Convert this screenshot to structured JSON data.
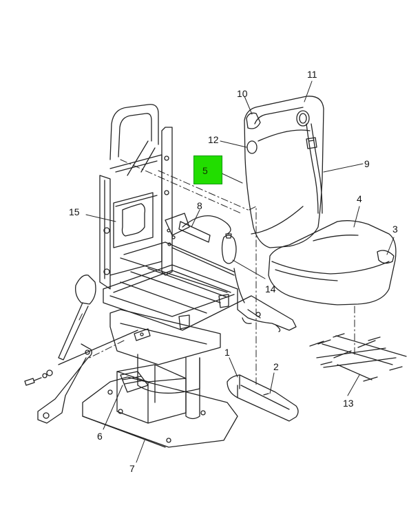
{
  "figure": {
    "callouts": [
      {
        "id": "c1",
        "label": "1"
      },
      {
        "id": "c2",
        "label": "2"
      },
      {
        "id": "c3",
        "label": "3"
      },
      {
        "id": "c4",
        "label": "4"
      },
      {
        "id": "c5",
        "label": "5"
      },
      {
        "id": "c6",
        "label": "6"
      },
      {
        "id": "c7",
        "label": "7"
      },
      {
        "id": "c8",
        "label": "8"
      },
      {
        "id": "c9",
        "label": "9"
      },
      {
        "id": "c10",
        "label": "10"
      },
      {
        "id": "c11",
        "label": "11"
      },
      {
        "id": "c12",
        "label": "12"
      },
      {
        "id": "c13",
        "label": "13"
      },
      {
        "id": "c14",
        "label": "14"
      },
      {
        "id": "c15",
        "label": "15"
      }
    ],
    "highlight_color": "#22dd00",
    "line_color": "#222222"
  }
}
